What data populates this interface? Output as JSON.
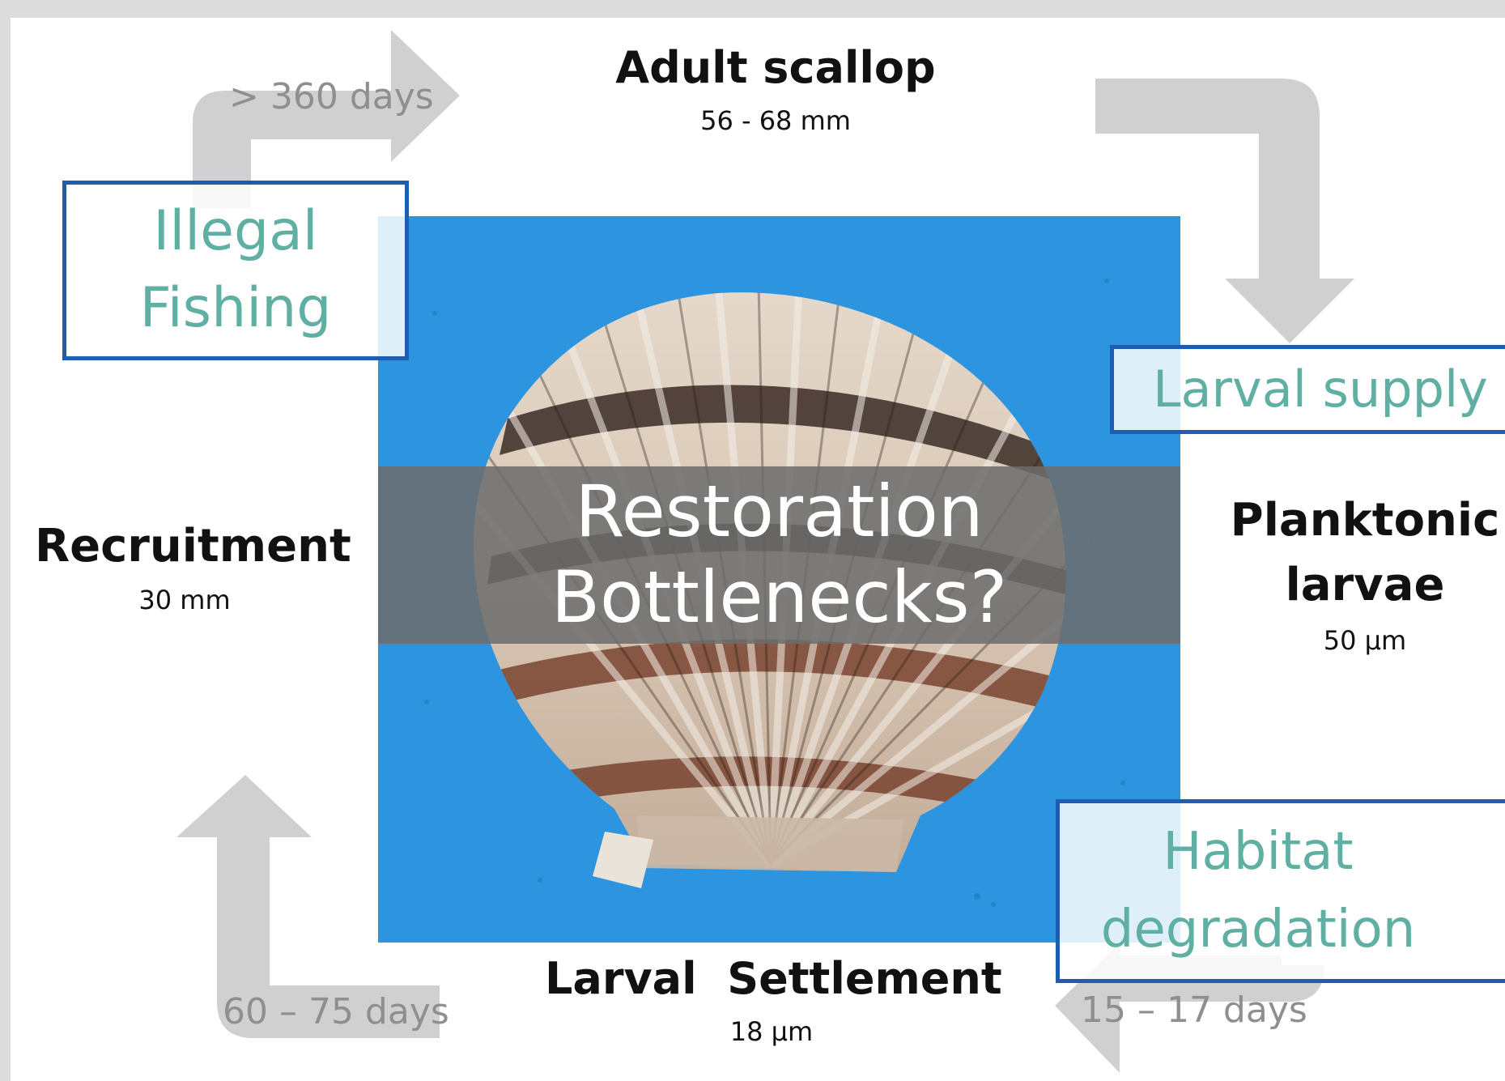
{
  "stages": {
    "adult": {
      "title": "Adult scallop",
      "size": "56 - 68 mm"
    },
    "planktonic": {
      "title_line1": "Planktonic",
      "title_line2": "larvae",
      "size": "50 µm"
    },
    "settlement": {
      "title": "Larval  Settlement",
      "size": "18 µm"
    },
    "recruitment": {
      "title": "Recruitment",
      "size": "30 mm"
    }
  },
  "durations": {
    "recruit_to_adult": "> 360 days",
    "larvae_to_settlement": "15 – 17 days",
    "settlement_to_recruit": "60 – 75 days"
  },
  "center": {
    "line1": "Restoration",
    "line2": "Bottlenecks?"
  },
  "threats": {
    "illegal_fishing": {
      "line1": "Illegal",
      "line2": "Fishing"
    },
    "larval_supply": {
      "line1": "Larval supply"
    },
    "habitat": {
      "line1": "Habitat",
      "line2": "degradation"
    }
  },
  "colors": {
    "arrow": "#d0d0d0",
    "threat_text": "#5fb0a3",
    "threat_border": "#1e5eb0",
    "photo_background": "#2d94df",
    "band": "#6c6c6c"
  },
  "icons": {
    "cycle_arrows": "bent-arrow",
    "photo": "scallop-shell"
  }
}
